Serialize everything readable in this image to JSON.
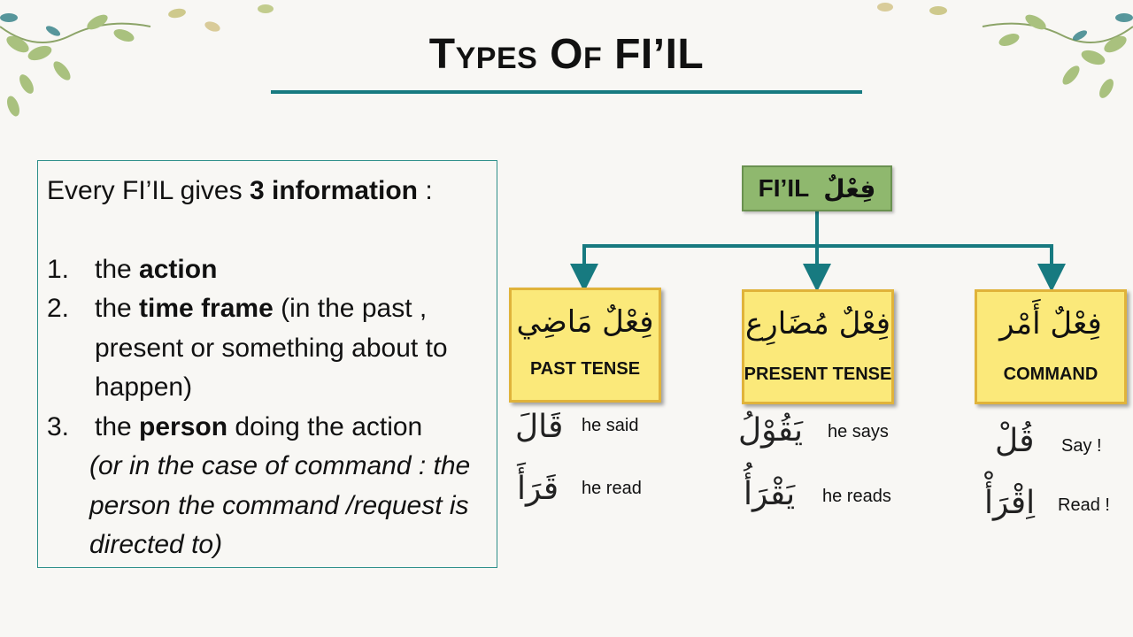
{
  "title": "Types Of FI’IL",
  "info": {
    "intro_text": "Every FI’IL gives ",
    "intro_bold": "3 information",
    "intro_tail": " :",
    "items": [
      {
        "num": "1.",
        "pre": "the ",
        "bold": "action",
        "post": ""
      },
      {
        "num": "2.",
        "pre": "the ",
        "bold": "time frame",
        "post": " (in the past , present or something about to happen)"
      },
      {
        "num": "3.",
        "pre": "the ",
        "bold": "person",
        "post": " doing the action"
      }
    ],
    "note": "(or in the case of command : the person the command /request is directed to)"
  },
  "root": {
    "label": "FI’IL",
    "arabic": "فِعْلٌ"
  },
  "types": [
    {
      "arabic": "فِعْلٌ  مَاضِي",
      "label": "PAST TENSE",
      "examples": [
        {
          "arabic": "قَالَ",
          "gloss": "he said"
        },
        {
          "arabic": "قَرَأَ",
          "gloss": "he read"
        }
      ]
    },
    {
      "arabic": "فِعْلٌ مُضَارِع",
      "label": "PRESENT TENSE",
      "examples": [
        {
          "arabic": "يَقُوْلُ",
          "gloss": "he says"
        },
        {
          "arabic": "يَقْرَأُ",
          "gloss": "he reads"
        }
      ]
    },
    {
      "arabic": "فِعْلٌ أَمْر",
      "label": "COMMAND",
      "examples": [
        {
          "arabic": "قُلْ",
          "gloss": "Say !"
        },
        {
          "arabic": "اِقْرَأْ",
          "gloss": "Read !"
        }
      ]
    }
  ],
  "colors": {
    "accent": "#177a80",
    "root_fill": "#8fb86e",
    "type_fill": "#fbe97a",
    "type_border": "#e0b33a"
  }
}
